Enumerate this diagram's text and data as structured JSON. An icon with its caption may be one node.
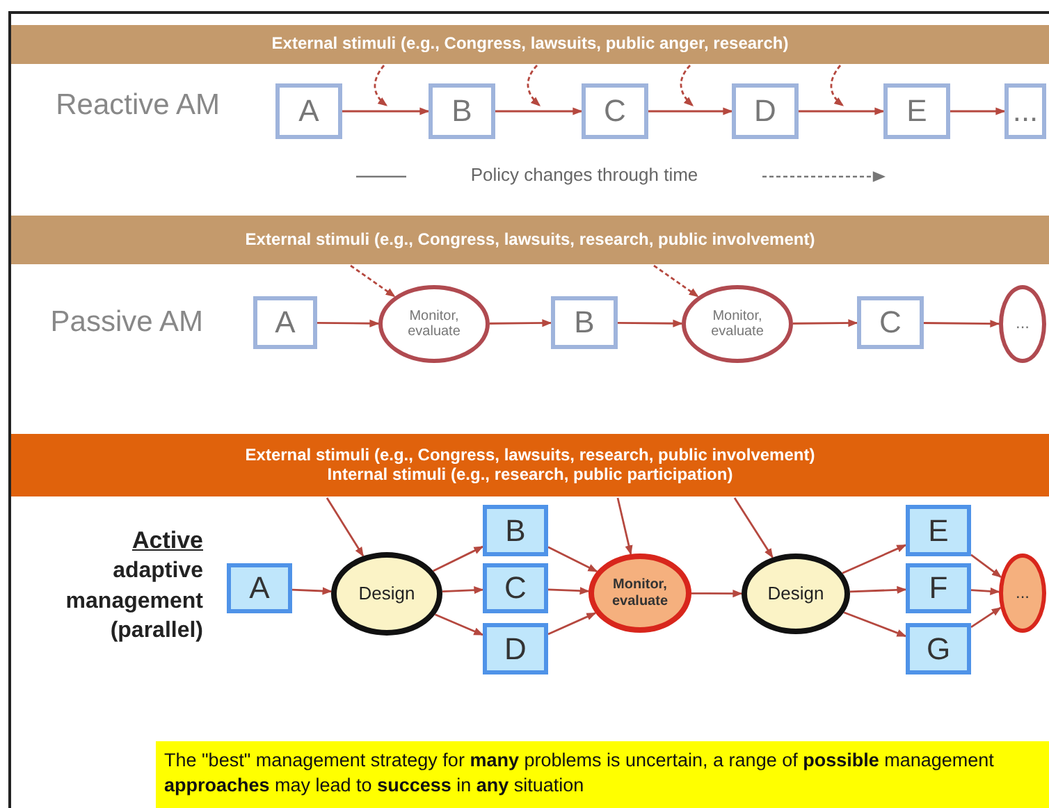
{
  "diagram": {
    "nodes": [
      {
        "text": [
          "External stimuli (e.g., Congress, lawsuits, public anger, research)"
        ]
      },
      {
        "text": [
          "A"
        ]
      },
      {
        "text": [
          "B"
        ]
      },
      {
        "text": [
          "C"
        ]
      },
      {
        "text": [
          "D"
        ]
      },
      {
        "text": [
          "E"
        ]
      },
      {
        "text": [
          "..."
        ]
      },
      {
        "text": [
          "External stimuli (e.g., Congress, lawsuits, research, public involvement)"
        ]
      },
      {
        "text": [
          "A"
        ]
      },
      {
        "text": [
          "Monitor, evaluate"
        ]
      },
      {
        "text": [
          "B"
        ]
      },
      {
        "text": [
          "Monitor, evaluate"
        ]
      },
      {
        "text": [
          "C"
        ]
      },
      {
        "text": [
          "..."
        ]
      },
      {
        "text": [
          "External stimuli (e.g., Congress, lawsuits, research, public involvement)",
          "Internal stimuli (e.g., research, public participation)"
        ]
      },
      {
        "text": [
          "A"
        ]
      },
      {
        "text": [
          "Design"
        ]
      },
      {
        "text": [
          "B"
        ]
      },
      {
        "text": [
          "C"
        ]
      },
      {
        "text": [
          "D"
        ]
      },
      {
        "text": [
          "Monitor, evaluate"
        ]
      },
      {
        "text": [
          "Design"
        ]
      },
      {
        "text": [
          "E"
        ]
      },
      {
        "text": [
          "F"
        ]
      },
      {
        "text": [
          "G"
        ]
      },
      {
        "text": [
          "..."
        ]
      }
    ],
    "edges": [
      {
        "from": 1,
        "to": 2,
        "arrow": "to"
      },
      {
        "from": 2,
        "to": 3,
        "arrow": "to"
      },
      {
        "from": 3,
        "to": 4,
        "arrow": "to"
      },
      {
        "from": 4,
        "to": 5,
        "arrow": "to"
      },
      {
        "from": 5,
        "to": 6,
        "arrow": "to"
      },
      {
        "from": 0,
        "to": null,
        "arrow": "to",
        "style": "dashed"
      },
      {
        "from": 0,
        "to": null,
        "arrow": "to",
        "style": "dashed"
      },
      {
        "from": 0,
        "to": null,
        "arrow": "to",
        "style": "dashed"
      },
      {
        "from": 0,
        "to": null,
        "arrow": "to",
        "style": "dashed"
      },
      {
        "from": 8,
        "to": 9,
        "arrow": "to"
      },
      {
        "from": 9,
        "to": 10,
        "arrow": "to"
      },
      {
        "from": 10,
        "to": 11,
        "arrow": "to"
      },
      {
        "from": 11,
        "to": 12,
        "arrow": "to"
      },
      {
        "from": 12,
        "to": 13,
        "arrow": "to"
      },
      {
        "from": 7,
        "to": 9,
        "arrow": "to",
        "style": "dashed"
      },
      {
        "from": 7,
        "to": 11,
        "arrow": "to",
        "style": "dashed"
      },
      {
        "from": 15,
        "to": 16,
        "arrow": "to"
      },
      {
        "from": 16,
        "to": 17,
        "arrow": "to"
      },
      {
        "from": 16,
        "to": 18,
        "arrow": "to"
      },
      {
        "from": 16,
        "to": 19,
        "arrow": "to"
      },
      {
        "from": 17,
        "to": 20,
        "arrow": "to"
      },
      {
        "from": 18,
        "to": 20,
        "arrow": "to"
      },
      {
        "from": 19,
        "to": 20,
        "arrow": "to"
      },
      {
        "from": 20,
        "to": 21,
        "arrow": "to"
      },
      {
        "from": 21,
        "to": 22,
        "arrow": "to"
      },
      {
        "from": 21,
        "to": 23,
        "arrow": "to"
      },
      {
        "from": 21,
        "to": 24,
        "arrow": "to"
      },
      {
        "from": 22,
        "to": 25,
        "arrow": "to"
      },
      {
        "from": 23,
        "to": 25,
        "arrow": "to"
      },
      {
        "from": 24,
        "to": 25,
        "arrow": "to"
      },
      {
        "from": 14,
        "to": 16,
        "arrow": "to"
      },
      {
        "from": 14,
        "to": 20,
        "arrow": "to"
      },
      {
        "from": 14,
        "to": 21,
        "arrow": "to"
      }
    ],
    "labels": [
      "Reactive AM",
      "Policy changes through time",
      "Passive AM",
      "Active",
      "adaptive management (parallel)",
      "The \"best\" management strategy for **many** problems is uncertain, a range of **possible** management **approaches** may lead to **success** in **any** situation"
    ]
  }
}
